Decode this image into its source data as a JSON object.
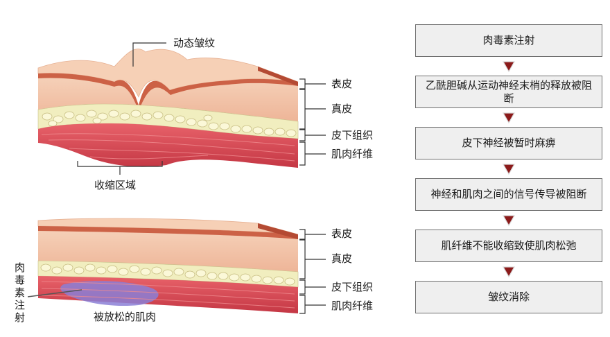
{
  "top_panel": {
    "wrinkle_label": "动态皱纹",
    "contraction_label": "收缩区域",
    "layers": {
      "epidermis": "表皮",
      "dermis": "真皮",
      "subcutaneous": "皮下组织",
      "muscle": "肌肉纤维"
    }
  },
  "bottom_panel": {
    "injection_label": [
      "肉",
      "毒",
      "素",
      "注",
      "射"
    ],
    "relaxed_label": "被放松的肌肉",
    "layers": {
      "epidermis": "表皮",
      "dermis": "真皮",
      "subcutaneous": "皮下组织",
      "muscle": "肌肉纤维"
    }
  },
  "flow": {
    "steps": [
      "肉毒素注射",
      "乙酰胆碱从运动神经末梢的释放被阻断",
      "皮下神经被暂时麻痹",
      "神经和肌肉之间的信号传导被阻断",
      "肌纤维不能收缩致使肌肉松弛",
      "皱纹消除"
    ],
    "arrow_color": "#8b1a1a"
  },
  "colors": {
    "epidermis": "#c8553a",
    "dermis": "#f2c2a4",
    "fat": "#f1eebf",
    "muscle": "#d9414b",
    "relaxed_muscle": "#8b7fd6"
  }
}
